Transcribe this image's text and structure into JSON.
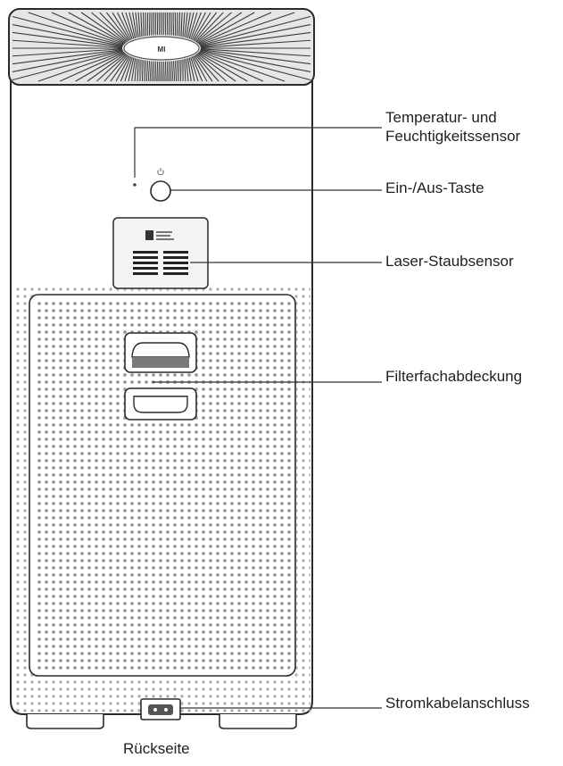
{
  "diagram": {
    "top_badge": "MI",
    "labels": {
      "temp_line1": "Temperatur- und",
      "temp_line2": "Feuchtigkeitssensor",
      "power_button": "Ein-/Aus-Taste",
      "laser_sensor": "Laser-Staubsensor",
      "filter_cover": "Filterfachabdeckung",
      "power_port": "Stromkabelanschluss"
    },
    "caption": "Rückseite"
  }
}
